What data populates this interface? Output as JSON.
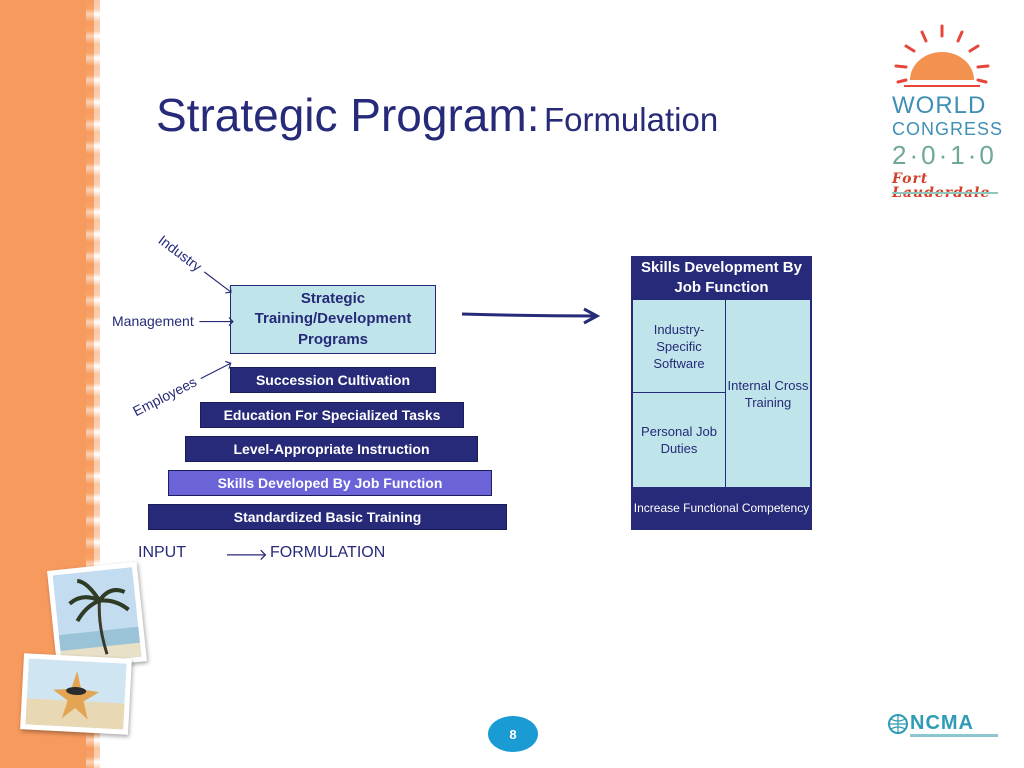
{
  "title": {
    "main": "Strategic Program:",
    "sub": "Formulation"
  },
  "logo": {
    "line1": "WORLD",
    "line2": "CONGRESS",
    "line3": "2·0·1·0",
    "line4": "Fort Lauderdale"
  },
  "pyramid": {
    "top_box": "Strategic Training/Development Programs",
    "layers": [
      "Succession Cultivation",
      "Education For Specialized Tasks",
      "Level-Appropriate Instruction",
      "Skills Developed By Job Function",
      "Standardized Basic Training"
    ],
    "labels": {
      "industry": "Industry",
      "management": "Management",
      "employees": "Employees"
    },
    "arrow_glyph": "🡒"
  },
  "bottom_row": {
    "input": "INPUT",
    "arrow": "🡒",
    "formulation": "FORMULATION"
  },
  "skills_table": {
    "header": "Skills Development By Job Function",
    "cell_industry": "Industry-Specific Software",
    "cell_personal": "Personal Job Duties",
    "cell_internal": "Internal Cross Training",
    "footer": "Increase Functional Competency"
  },
  "page_number": "8",
  "footer_logo": "NCMA",
  "colors": {
    "navy": "#262a78",
    "light_blue": "#bfe4ea",
    "highlight": "#6b63d8",
    "orange": "#f79a5e"
  }
}
